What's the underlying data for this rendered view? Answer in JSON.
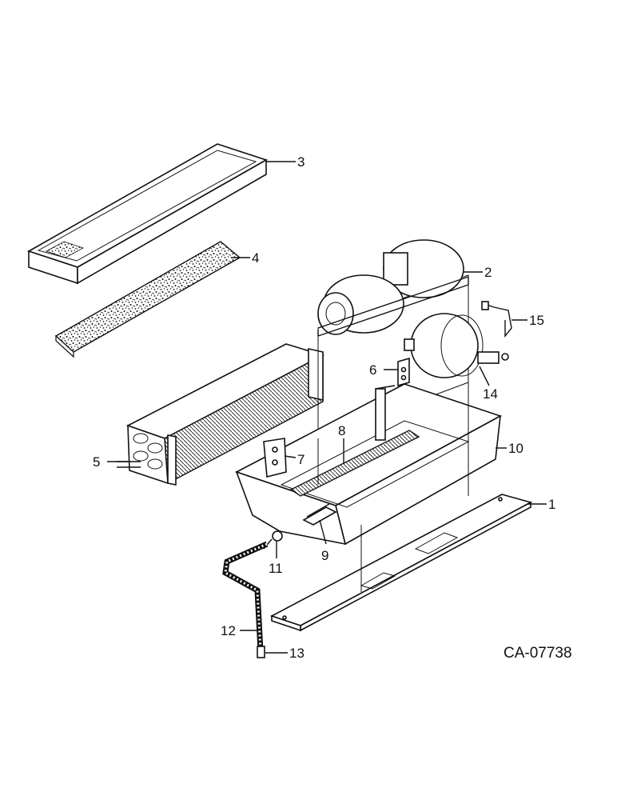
{
  "drawing_number": "CA-07738",
  "parts": [
    {
      "id": "1"
    },
    {
      "id": "2"
    },
    {
      "id": "3"
    },
    {
      "id": "4"
    },
    {
      "id": "5"
    },
    {
      "id": "6"
    },
    {
      "id": "7"
    },
    {
      "id": "8"
    },
    {
      "id": "9"
    },
    {
      "id": "10"
    },
    {
      "id": "11"
    },
    {
      "id": "12"
    },
    {
      "id": "13"
    },
    {
      "id": "14"
    },
    {
      "id": "15"
    }
  ],
  "colors": {
    "ink": "#111111",
    "paper": "#ffffff"
  }
}
